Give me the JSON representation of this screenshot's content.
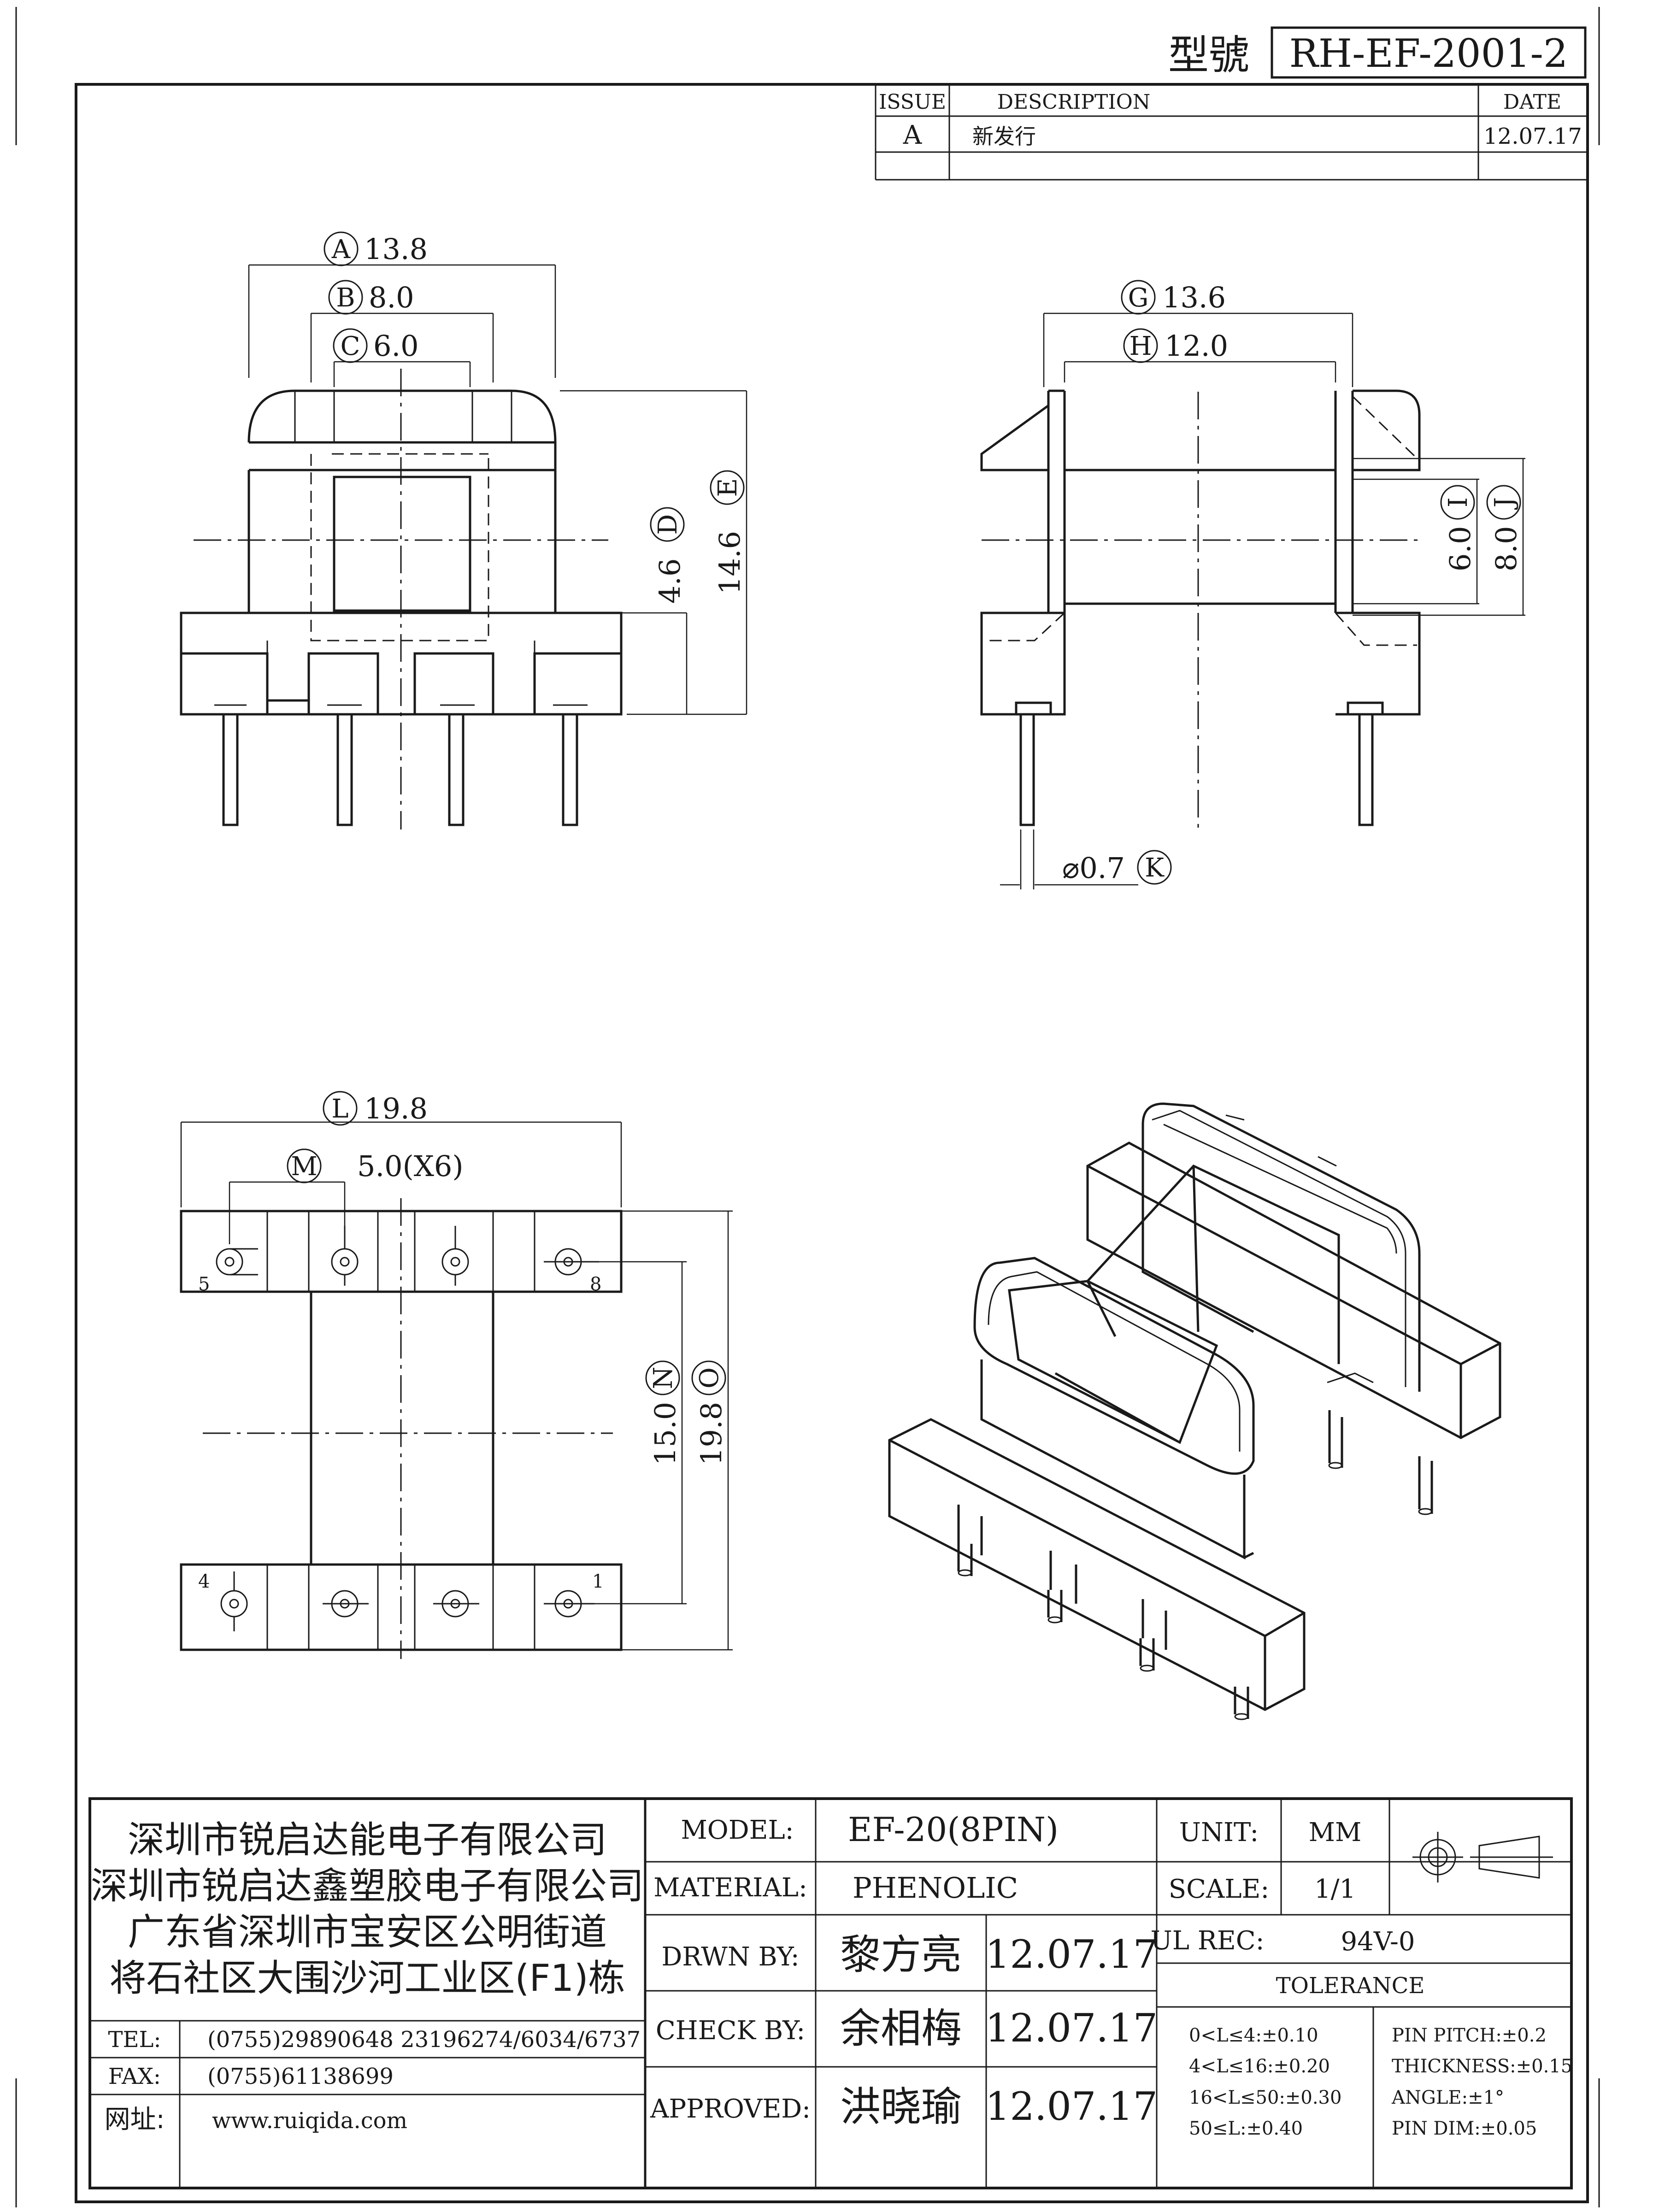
{
  "header": {
    "model_label": "型號",
    "model_no": "RH-EF-2001-2"
  },
  "revision": {
    "col_issue": "ISSUE",
    "col_desc": "DESCRIPTION",
    "col_date": "DATE",
    "rows": [
      {
        "issue": "A",
        "desc": "新发行",
        "date": "12.07.17"
      }
    ]
  },
  "dims": {
    "A": "A",
    "A_val": "13.8",
    "B": "B",
    "B_val": "8.0",
    "C": "C",
    "C_val": "6.0",
    "D": "D",
    "D_val": "4.6",
    "E": "E",
    "E_val": "14.6",
    "G": "G",
    "G_val": "13.6",
    "H": "H",
    "H_val": "12.0",
    "I": "I",
    "I_val": "6.0",
    "J": "J",
    "J_val": "8.0",
    "K": "K",
    "K_val": "⌀0.7",
    "L": "L",
    "L_val": "19.8",
    "M": "M",
    "M_val": "5.0(X6)",
    "N": "N",
    "N_val": "15.0",
    "O": "O",
    "O_val": "19.8"
  },
  "pins": {
    "p1": "1",
    "p4": "4",
    "p5": "5",
    "p8": "8"
  },
  "company": {
    "line1": "深圳市锐启达能电子有限公司",
    "line2": "深圳市锐启达鑫塑胶电子有限公司",
    "line3": "广东省深圳市宝安区公明街道",
    "line4": "将石社区大围沙河工业区(F1)栋",
    "tel_label": "TEL:",
    "tel": "(0755)29890648  23196274/6034/6737",
    "fax_label": "FAX:",
    "fax": "(0755)61138699",
    "web_label": "网址:",
    "web": "www.ruiqida.com"
  },
  "titleblock": {
    "model_label": "MODEL:",
    "model": "EF-20(8PIN)",
    "material_label": "MATERIAL:",
    "material": "PHENOLIC",
    "drawn_label": "DRWN BY:",
    "drawn_name": "黎方亮",
    "drawn_date": "12.07.17",
    "check_label": "CHECK BY:",
    "check_name": "余相梅",
    "check_date": "12.07.17",
    "approved_label": "APPROVED:",
    "approved_name": "洪晓瑜",
    "approved_date": "12.07.17",
    "unit_label": "UNIT:",
    "unit": "MM",
    "scale_label": "SCALE:",
    "scale": "1/1",
    "ul_label": "UL REC:",
    "ul": "94V-0",
    "tolerance_title": "TOLERANCE",
    "tol_left": [
      "0<L≤4:±0.10",
      "4<L≤16:±0.20",
      "16<L≤50:±0.30",
      "50≤L:±0.40"
    ],
    "tol_right": [
      "PIN PITCH:±0.2",
      "THICKNESS:±0.15",
      "ANGLE:±1°",
      "PIN DIM:±0.05"
    ]
  }
}
